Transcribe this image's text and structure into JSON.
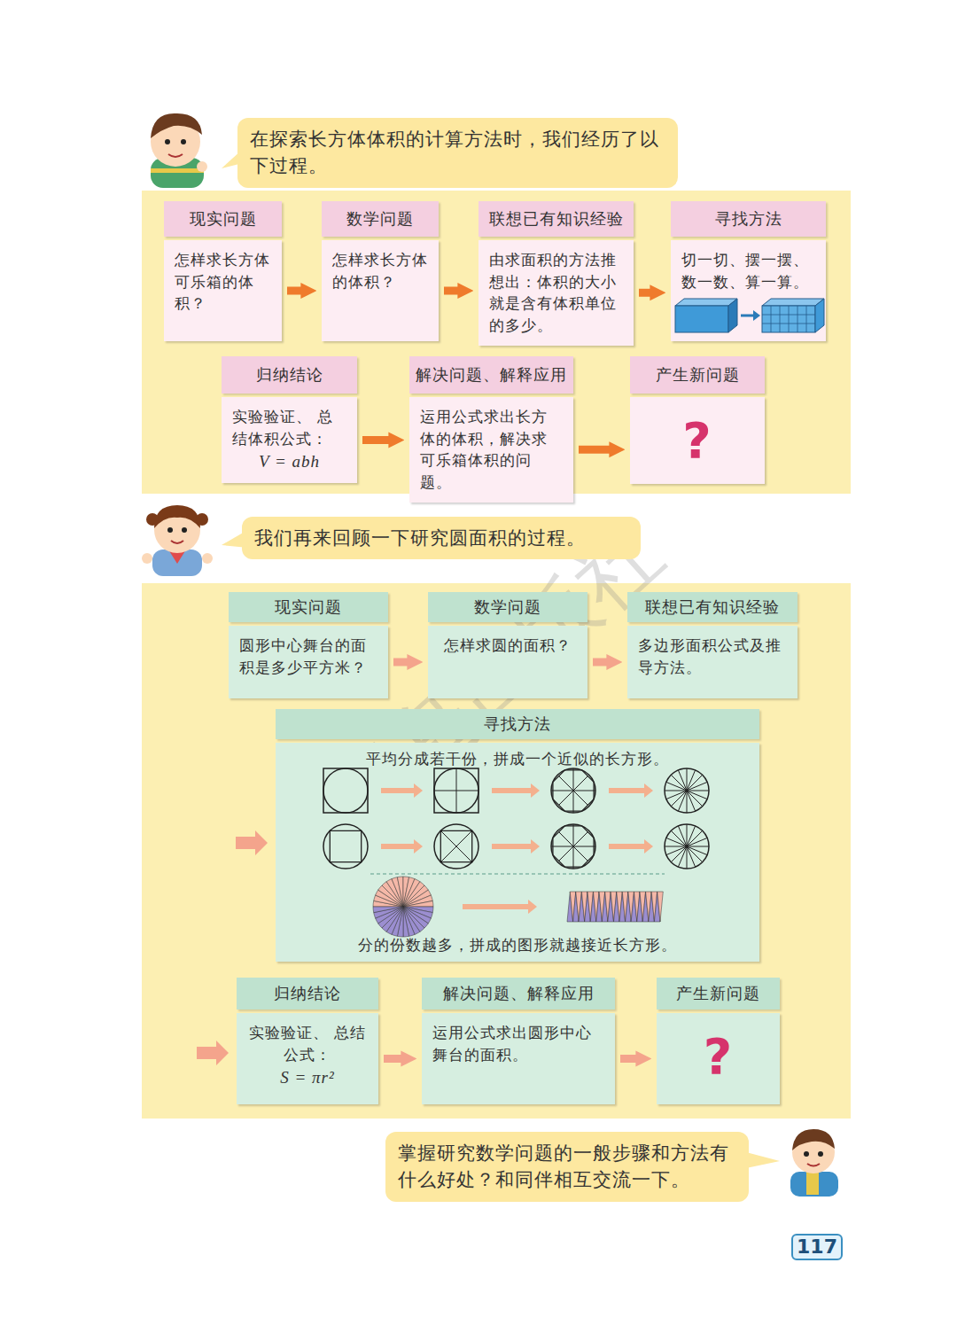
{
  "diagram": {
    "nodes": [
      {
        "text": [
          "在探索长方体体积的计算方法时，我们经历了以下过程。"
        ]
      },
      {
        "text": [
          "现实问题",
          "怎样求长方体可乐箱的体积？"
        ]
      },
      {
        "text": [
          "数学问题",
          "怎样求长方体的体积？"
        ]
      },
      {
        "text": [
          "联想已有知识经验",
          "由求面积的方法推想出：体积的大小就是含有体积单位的多少。"
        ]
      },
      {
        "text": [
          "寻找方法",
          "切一切、摆一摆、数一数、算一算。"
        ]
      },
      {
        "text": [
          "归纳结论",
          "实验验证、 总结体积公式：",
          "V = abh"
        ]
      },
      {
        "text": [
          "解决问题、解释应用",
          "运用公式求出长方体的体积，解决求可乐箱体积的问题。"
        ]
      },
      {
        "text": [
          "产生新问题",
          "?"
        ]
      },
      {
        "text": [
          "我们再来回顾一下研究圆面积的过程。"
        ]
      },
      {
        "text": [
          "现实问题",
          "圆形中心舞台的面积是多少平方米？"
        ]
      },
      {
        "text": [
          "数学问题",
          "怎样求圆的面积？"
        ]
      },
      {
        "text": [
          "联想已有知识经验",
          "多边形面积公式及推导方法。"
        ]
      },
      {
        "text": [
          "寻找方法",
          "平均分成若干份，拼成一个近似的长方形。",
          "分的份数越多，拼成的图形就越接近长方形。"
        ]
      },
      {
        "text": [
          "归纳结论",
          "实验验证、 总结公式：",
          "S = πr²"
        ]
      },
      {
        "text": [
          "解决问题、解释应用",
          "运用公式求出圆形中心舞台的面积。"
        ]
      },
      {
        "text": [
          "产生新问题",
          "?"
        ]
      },
      {
        "text": [
          "掌握研究数学问题的一般步骤和方法有什么好处？和同伴相互交流一下。"
        ]
      },
      {
        "text": [
          "117"
        ]
      }
    ],
    "edges": [
      {
        "from": 1,
        "to": 2,
        "arrow": "to"
      },
      {
        "from": 2,
        "to": 3,
        "arrow": "to"
      },
      {
        "from": 3,
        "to": 4,
        "arrow": "to"
      },
      {
        "from": 5,
        "to": 6,
        "arrow": "to"
      },
      {
        "from": 6,
        "to": 7,
        "arrow": "to"
      },
      {
        "from": 9,
        "to": 10,
        "arrow": "to"
      },
      {
        "from": 10,
        "to": 11,
        "arrow": "to"
      },
      {
        "from": 13,
        "to": 14,
        "arrow": "to"
      },
      {
        "from": 14,
        "to": 15,
        "arrow": "to"
      }
    ],
    "labels": [
      "青岛出版社"
    ]
  }
}
